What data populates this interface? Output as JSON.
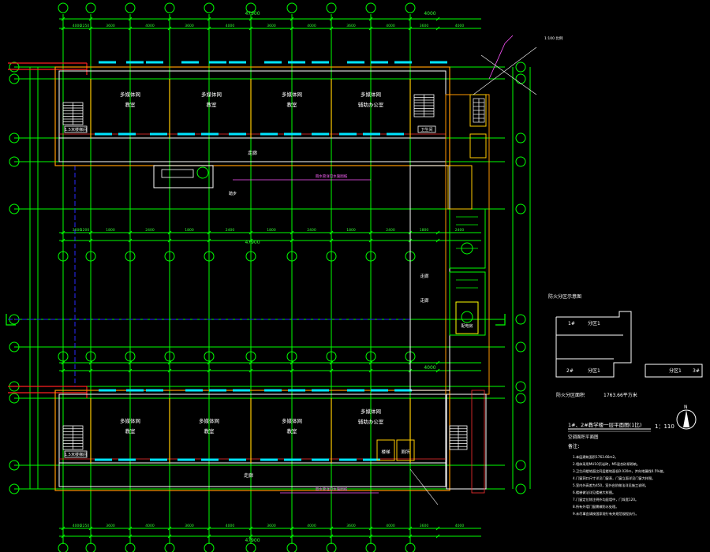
{
  "colors": {
    "background": "#000000",
    "grid": "#00ff00",
    "wall": "#ffffff",
    "wall_outer": "#ff9900",
    "partition": "#ffcc00",
    "window": "#00e5ff",
    "axis_red": "#ff2020",
    "axis_blue": "#3030ff",
    "text_yellow": "#ffff66",
    "text_white": "#ffffff",
    "text_green": "#33ff33",
    "magenta": "#ff55ff"
  },
  "dims": {
    "top_total": "47900",
    "top_mid_total": "47900",
    "bottom_total": "47900",
    "top_segments": [
      "2250",
      "4000",
      "3600",
      "4000",
      "3600",
      "4000",
      "3600",
      "4000",
      "3600",
      "4000",
      "3600",
      "4000"
    ],
    "mid_segments": [
      "1200",
      "3600",
      "1800",
      "2400",
      "1800",
      "2400",
      "1800",
      "2400",
      "1800",
      "2400",
      "1800",
      "2400"
    ],
    "right_dim": "4000",
    "small_dim": "4000"
  },
  "upper_block": {
    "rooms": [
      {
        "line1": "多媒体网",
        "line2": "教室"
      },
      {
        "line1": "多媒体网",
        "line2": "教室"
      },
      {
        "line1": "多媒体网",
        "line2": "教室"
      },
      {
        "line1": "多媒体网",
        "line2": "辅助办公室"
      }
    ],
    "corridor": "走廊",
    "stair_label": "1.5米楼梯间",
    "wc_label": "卫生间"
  },
  "lower_block": {
    "rooms": [
      {
        "line1": "多媒体网",
        "line2": "教室"
      },
      {
        "line1": "多媒体网",
        "line2": "教室"
      },
      {
        "line1": "多媒体网",
        "line2": "教室"
      },
      {
        "line1": "多媒体网",
        "line2": "辅助办公室"
      }
    ],
    "corridor": "走廊",
    "stair_label": "1.5米楼梯间",
    "small_room_1": "楼梯",
    "small_room_2": "厕所"
  },
  "connector": {
    "label_1": "走廊",
    "label_2": "走廊",
    "label_3": "配电房"
  },
  "key_plan": {
    "title": "防火分区示意图",
    "zone_1_num": "1#",
    "zone_1_label": "分区1",
    "zone_2_num": "2#",
    "zone_2_label": "分区1",
    "zone_3_num": "3#",
    "zone_3_label": "分区1"
  },
  "info": {
    "area_label": "防火分区面积",
    "area_value": "1763.66平方米",
    "plan_title": "1#、2#教学楼一层平面图(1比)",
    "scale": "1：110",
    "subtitle": "空调面积平面图",
    "notes_heading": "备注：",
    "notes": [
      "1.本层建筑面积1763.66m2。",
      "2.墙体采用MU10页岩砖，M5混合砂浆砌筑。",
      "3.卫生间楼地面比同层楼地面低0.020m，并向地漏找0.5%坡。",
      "4.门窗洞口尺寸详见门窗表，门窗立面详见门窗大样图。",
      "5.室内外高差为450，室外台阶做法详见施工说明。",
      "6.楼梯做法详见楼梯大样图。",
      "7.门窗定位除注明外均居墙中，门垛宽120。",
      "8.所有外墙门窗需做防水处理。",
      "9.未尽事宜请按国家现行有关规范规程执行。"
    ]
  },
  "annotations": {
    "leader_1": "雨水管详见水施图纸",
    "leader_2": "雨水管详见水施图纸",
    "tag_top_right": "1:100 比例",
    "upper_ramp": "踏步"
  }
}
